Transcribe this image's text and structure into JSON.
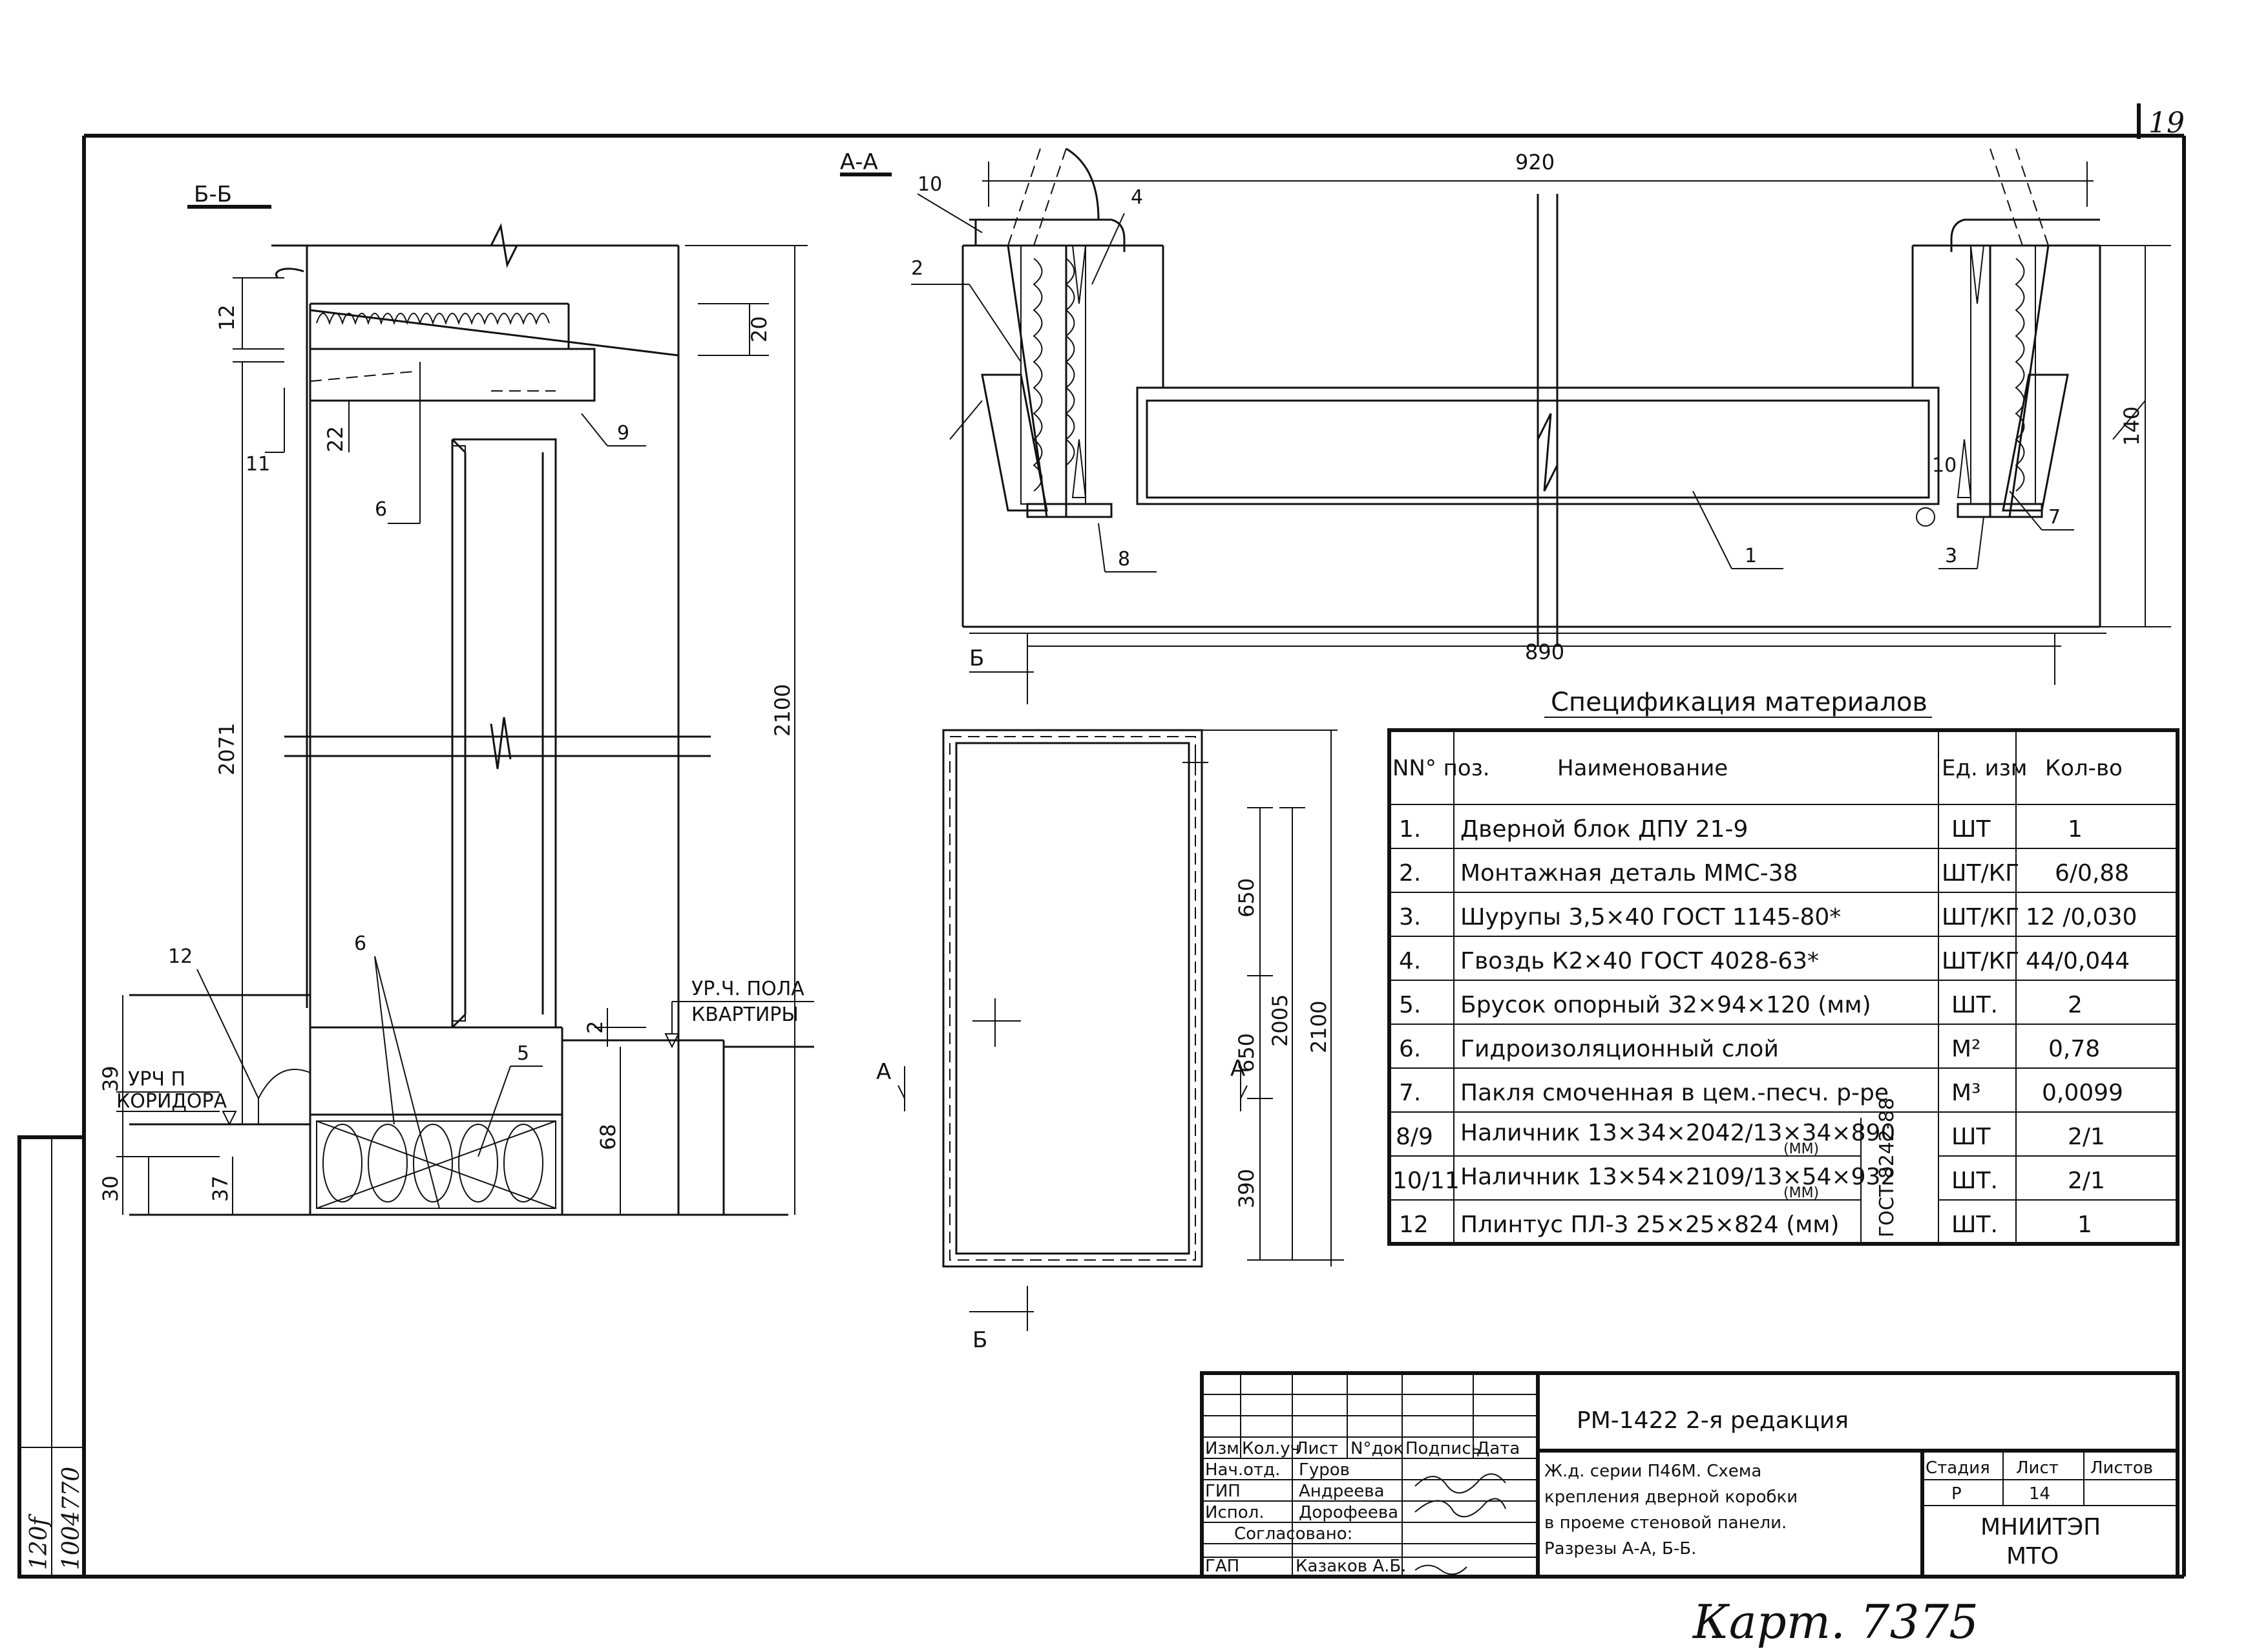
{
  "page_number": "19",
  "sections": {
    "section_aa": "А-А",
    "section_bb": "Б-Б",
    "cut_letter_b": "Б",
    "cut_letter_a": "А"
  },
  "dimensions": {
    "aa_width_top": "920",
    "aa_width_bottom": "890",
    "aa_height": "140",
    "aa_gap": "10",
    "bb_12": "12",
    "bb_20": "20",
    "bb_22": "22",
    "bb_2071": "2071",
    "bb_2100": "2100",
    "bb_39": "39",
    "bb_30": "30",
    "bb_37": "37",
    "bb_68": "68",
    "bb_2": "2",
    "el_650a": "650",
    "el_650b": "650",
    "el_390": "390",
    "el_2005": "2005",
    "el_2100": "2100"
  },
  "labels": {
    "floor_apartment_line1": "УР.Ч. ПОЛА",
    "floor_apartment_line2": "КВАРТИРЫ",
    "floor_corridor_line1": "УРЧ П",
    "floor_corridor_line2": "КОРИДОРА"
  },
  "position_numbers": {
    "p1": "1",
    "p2": "2",
    "p3": "3",
    "p4": "4",
    "p5": "5",
    "p6": "6",
    "p6b": "6",
    "p7": "7",
    "p8": "8",
    "p9": "9",
    "p10": "10",
    "p11": "11",
    "p12": "12"
  },
  "specification": {
    "title": "Спецификация материалов",
    "headers": {
      "num": "NN° поз.",
      "name": "Наименование",
      "unit": "Ед. изм",
      "qty": "Кол-во"
    },
    "rows": [
      {
        "num": "1.",
        "name": "Дверной блок ДПУ 21-9",
        "unit": "ШТ",
        "qty": "1"
      },
      {
        "num": "2.",
        "name": "Монтажная деталь ММС-38",
        "unit": "ШТ/КГ",
        "qty": "6/0,88"
      },
      {
        "num": "3.",
        "name": "Шурупы 3,5×40 ГОСТ 1145-80*",
        "unit": "ШТ/КГ",
        "qty": "12 /0,030"
      },
      {
        "num": "4.",
        "name": "Гвоздь К2×40 ГОСТ 4028-63*",
        "unit": "ШТ/КГ",
        "qty": "44/0,044"
      },
      {
        "num": "5.",
        "name": "Брусок опорный 32×94×120 (мм)",
        "unit": "ШТ.",
        "qty": "2"
      },
      {
        "num": "6.",
        "name": "Гидроизоляционный слой",
        "unit": "М²",
        "qty": "0,78"
      },
      {
        "num": "7.",
        "name": "Пакля смоченная в цем.-песч. р-ре",
        "unit": "М³",
        "qty": "0,0099"
      },
      {
        "num": "8/9",
        "name": "Наличник 13×34×2042/13×34×890",
        "unit": "ШТ",
        "qty": "2/1"
      },
      {
        "num": "10/11",
        "name": "Наличник 13×54×2109/13×54×932",
        "unit": "ШТ.",
        "qty": "2/1"
      },
      {
        "num": "12",
        "name": "Плинтус ПЛ-3 25×25×824 (мм)",
        "unit": "ШТ.",
        "qty": "1"
      }
    ],
    "mm_note": "(ММ)",
    "gost_note": "ГОСТ 8242-88"
  },
  "title_block": {
    "doc_code": "РМ-1422 2-я редакция",
    "col_headers": [
      "Изм",
      "Кол.уч",
      "Лист",
      "N°док",
      "Подпись",
      "Дата"
    ],
    "roles": [
      {
        "role": "Нач.отд.",
        "name": "Гуров"
      },
      {
        "role": "ГИП",
        "name": "Андреева"
      },
      {
        "role": "Испол.",
        "name": "Дорофеева"
      },
      {
        "role": "ГАП",
        "name": "Казаков А.Б."
      }
    ],
    "agreed": "Согласовано:",
    "description": [
      "Ж.д. серии П46М. Схема",
      "крепления дверной коробки",
      "в проеме стеновой панели.",
      "Разрезы А-А, Б-Б."
    ],
    "stage_header": "Стадия",
    "sheet_header": "Лист",
    "sheets_header": "Листов",
    "stage_value": "Р",
    "sheet_value": "14",
    "org_line1": "МНИИТЭП",
    "org_line2": "МТО"
  },
  "side_stamp": {
    "line1": "1004770",
    "line2": "120f"
  },
  "handwritten_note": "Карт. 7375"
}
